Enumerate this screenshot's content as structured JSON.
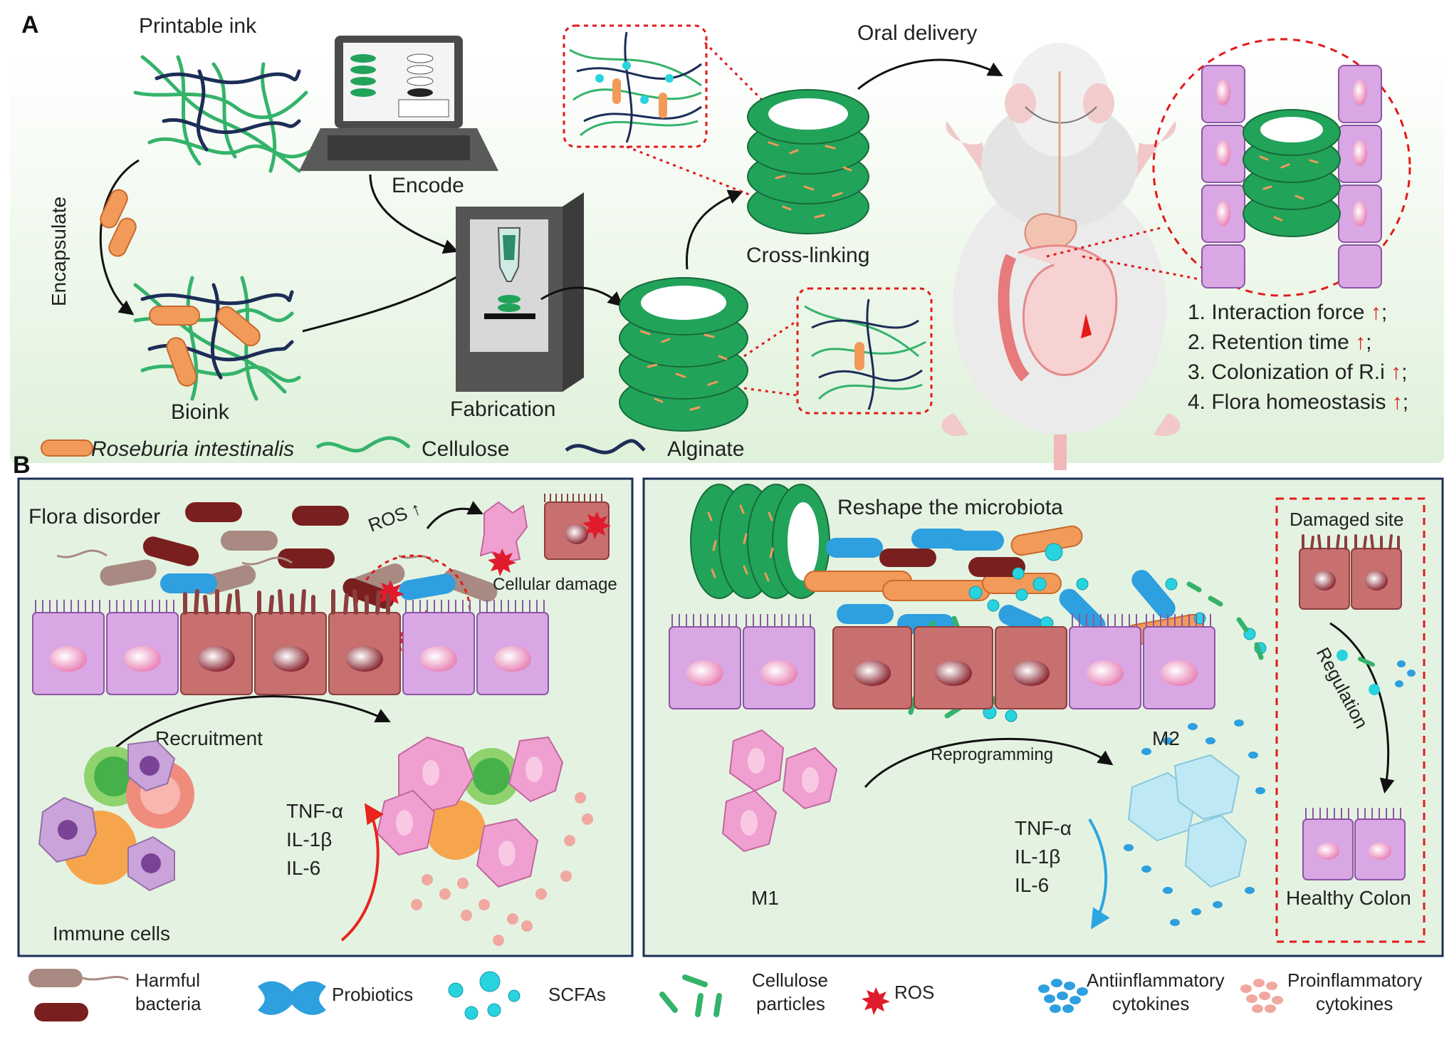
{
  "panel_a": {
    "letter": "A",
    "printable_ink": "Printable ink",
    "encapsulate": "Encapsulate",
    "bioink": "Bioink",
    "encode": "Encode",
    "fabrication": "Fabrication",
    "cross_linking": "Cross-linking",
    "oral_delivery": "Oral delivery",
    "effects": [
      {
        "text": "1. Interaction force ",
        "arrow": "↑",
        "end": ";"
      },
      {
        "text": "2. Retention time ",
        "arrow": "↑",
        "end": ";"
      },
      {
        "text": "3. Colonization of R.i ",
        "arrow": "↑",
        "end": ";"
      },
      {
        "text": "4. Flora homeostasis ",
        "arrow": "↑",
        "end": ";"
      }
    ],
    "legend": {
      "roseburia": "Roseburia intestinalis",
      "cellulose": "Cellulose",
      "alginate": "Alginate"
    }
  },
  "panel_b": {
    "letter": "B",
    "left": {
      "flora_disorder": "Flora disorder",
      "ros_up": "ROS ↑",
      "cellular_damage": "Cellular damage",
      "recruitment": "Recruitment",
      "immune_cells": "Immune cells",
      "cytokines": [
        "TNF-α",
        "IL-1β",
        "IL-6"
      ]
    },
    "right": {
      "reshape": "Reshape the microbiota",
      "damaged_site": "Damaged site",
      "regulation": "Regulation",
      "healthy_colon": "Healthy Colon",
      "reprogramming": "Reprogramming",
      "m1": "M1",
      "m2": "M2",
      "cytokines": [
        "TNF-α",
        "IL-1β",
        "IL-6"
      ]
    }
  },
  "legend": {
    "harmful_1": "Harmful",
    "harmful_2": "bacteria",
    "probiotics": "Probiotics",
    "scfas": "SCFAs",
    "cellulose_1": "Cellulose",
    "cellulose_2": "particles",
    "ros": "ROS",
    "anti_1": "Antiinflammatory",
    "anti_2": "cytokines",
    "pro_1": "Proinflammatory",
    "pro_2": "cytokines"
  },
  "colors": {
    "panel_green": "#e4f3e1",
    "scaffold_green": "#22a35a",
    "cellulose_green": "#35b36b",
    "alginate_navy": "#1c2d57",
    "bacterium_orange": "#f29a5a",
    "normal_cell": "#d9a7e3",
    "damaged_cell": "#c86f6f",
    "probiotic_blue": "#2e9fdf",
    "scfa_cyan": "#28d3df",
    "harmful_dark": "#7a1f1f",
    "harmful_tan": "#a88a82",
    "ros_red": "#e01b2b",
    "macrophage_pink": "#ef9fd0",
    "m2_blue": "#bfe8f5",
    "arrow_red": "#e8241d",
    "arrow_blue": "#2ba6e2"
  }
}
